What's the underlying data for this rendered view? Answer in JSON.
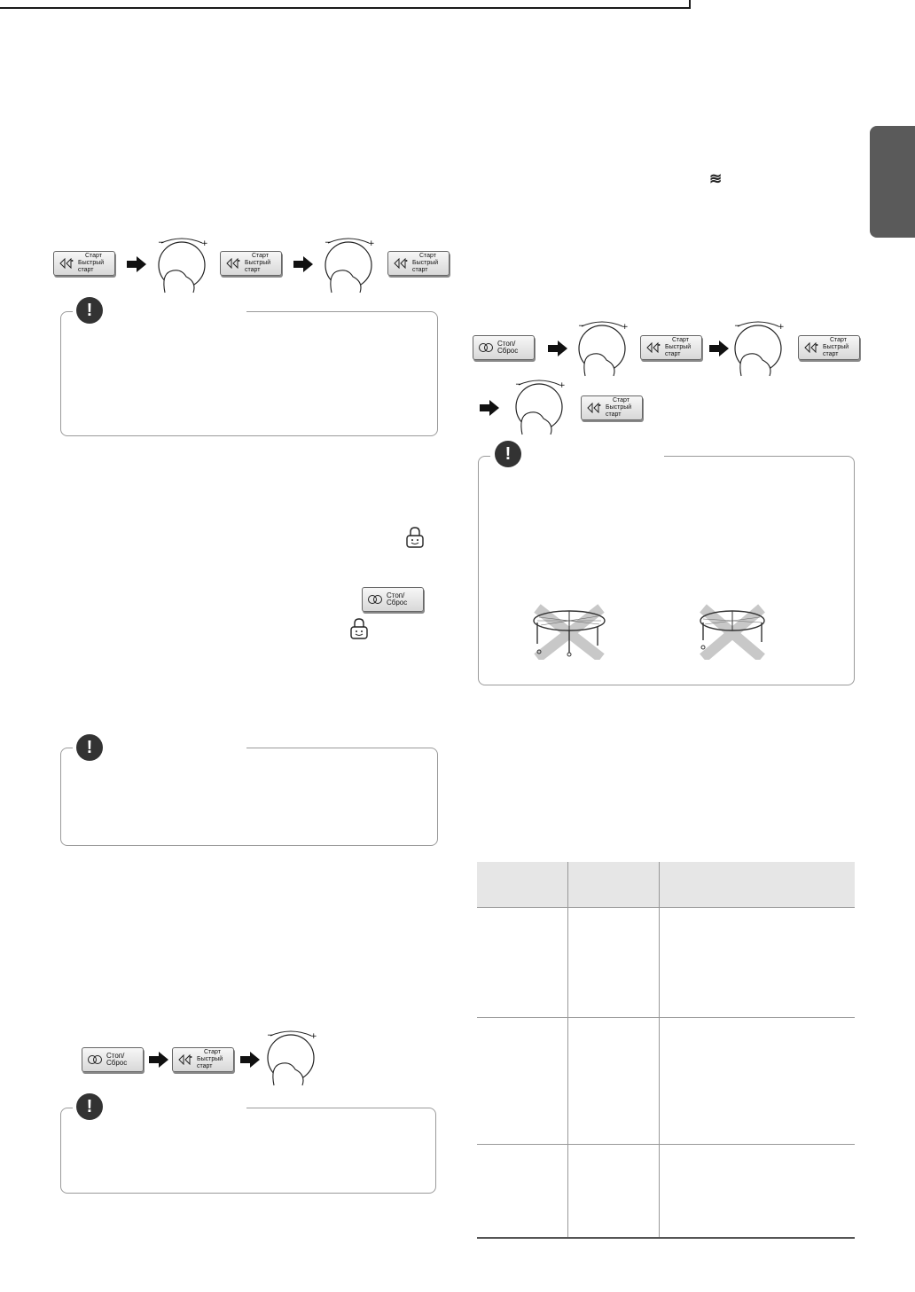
{
  "buttons": {
    "start_line1": "Старт",
    "start_line2": "Быстрый старт",
    "stop_reset": "Стоп/Сброс"
  },
  "note_mark": "!",
  "dial_labels": {
    "minus": "−",
    "plus": "+"
  },
  "icons": {
    "lock": "child-lock-icon",
    "steam": "steam-waves-icon",
    "arrow": "right-arrow-icon",
    "dial": "hand-turning-dial-icon",
    "rack": "grill-rack-icon"
  },
  "table": {
    "rows": 3,
    "columns": 3
  },
  "colors": {
    "side_tab": "#5a5a5a",
    "note_border": "#9a9a9a",
    "table_header": "#e6e6e6"
  }
}
